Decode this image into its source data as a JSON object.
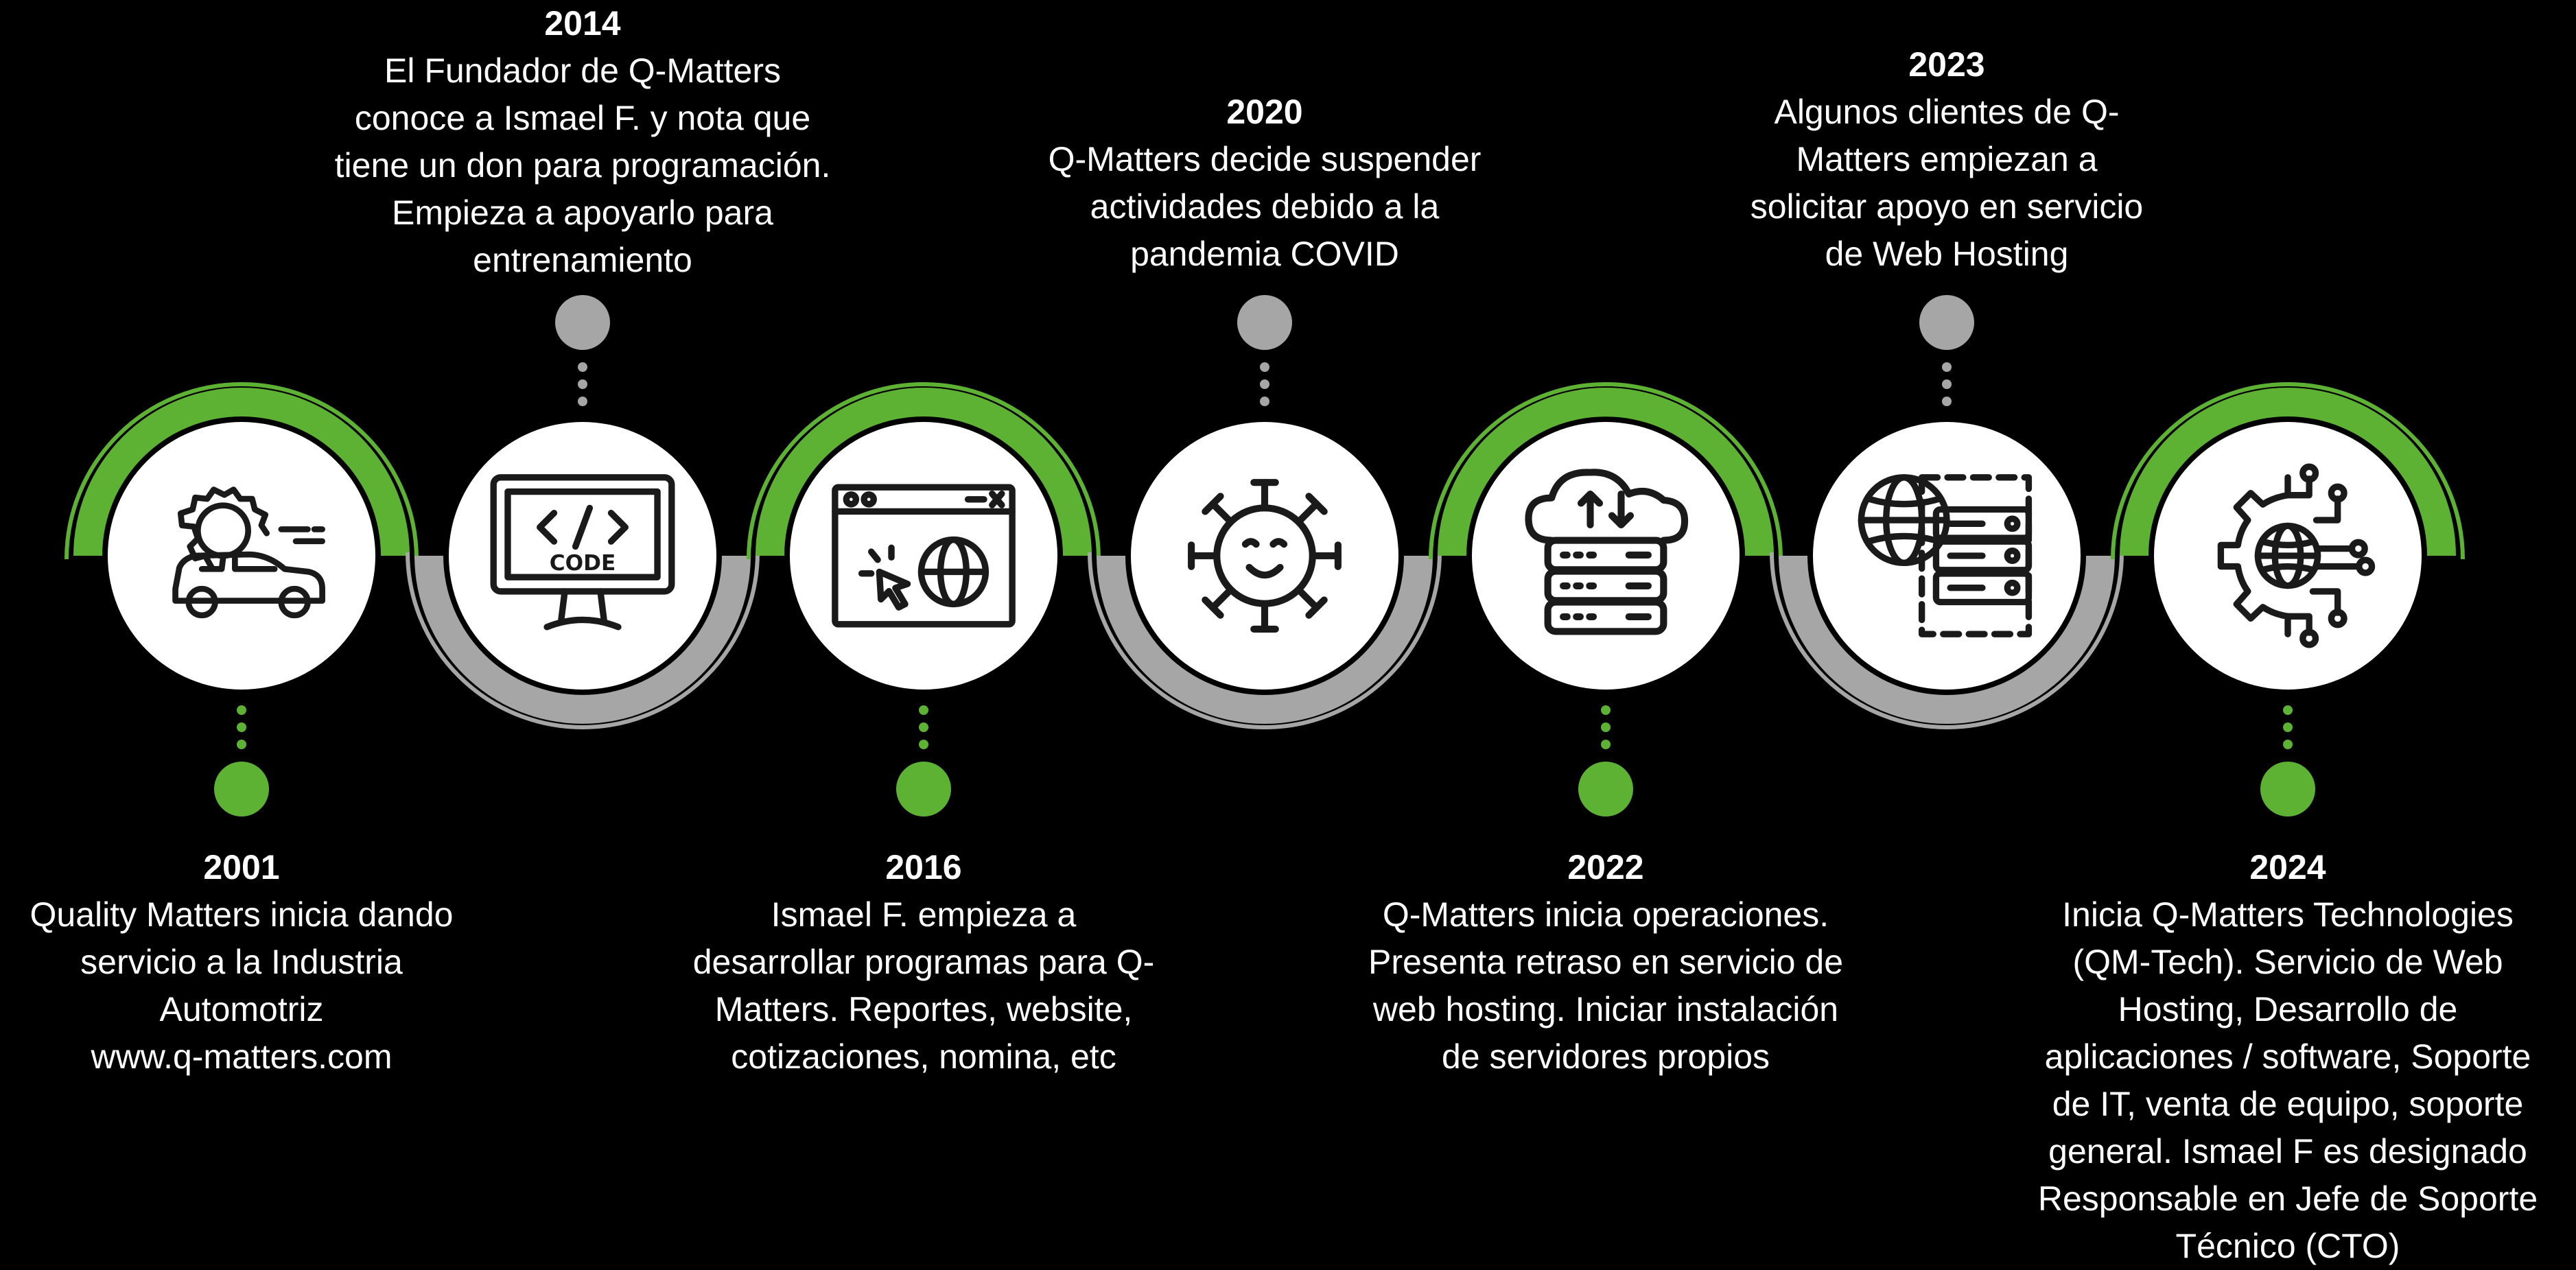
{
  "colors": {
    "background": "#000000",
    "accent_green": "#5db233",
    "neutral_gray": "#a6a6a6",
    "circle_fill": "#ffffff",
    "icon_stroke": "#1a1a1a",
    "text": "#ffffff"
  },
  "milestones": [
    {
      "year": "2001",
      "description": "Quality Matters inicia dando\nservicio a la Industria\nAutomotriz\nwww.q-matters.com",
      "icon": "car-gear-icon",
      "arc": "green",
      "label_position": "bottom"
    },
    {
      "year": "2014",
      "description": "El Fundador de Q-Matters\nconoce a Ismael F. y nota que\ntiene un don para programación.\nEmpieza a apoyarlo para\nentrenamiento",
      "icon": "code-monitor-icon",
      "arc": "gray",
      "label_position": "top"
    },
    {
      "year": "2016",
      "description": "Ismael F. empieza a\ndesarrollar programas para Q-\nMatters. Reportes, website,\ncotizaciones, nomina, etc",
      "icon": "web-browser-globe-icon",
      "arc": "green",
      "label_position": "bottom"
    },
    {
      "year": "2020",
      "description": "Q-Matters decide suspender\nactividades debido a la\npandemia COVID",
      "icon": "virus-icon",
      "arc": "gray",
      "label_position": "top"
    },
    {
      "year": "2022",
      "description": "Q-Matters inicia operaciones.\nPresenta retraso en servicio de\nweb hosting. Iniciar instalación\nde servidores propios",
      "icon": "cloud-server-icon",
      "arc": "green",
      "label_position": "bottom"
    },
    {
      "year": "2023",
      "description": "Algunos clientes de Q-\nMatters empiezan a\nsolicitar apoyo en servicio\nde Web Hosting",
      "icon": "globe-server-icon",
      "arc": "gray",
      "label_position": "top"
    },
    {
      "year": "2024",
      "description": "Inicia Q-Matters Technologies\n(QM-Tech). Servicio de Web\nHosting, Desarrollo de\naplicaciones / software, Soporte\nde IT, venta de equipo, soporte\ngeneral. Ismael F es designado\nResponsable en Jefe de Soporte\nTécnico (CTO)",
      "icon": "tech-gear-globe-icon",
      "arc": "green",
      "label_position": "bottom"
    }
  ]
}
